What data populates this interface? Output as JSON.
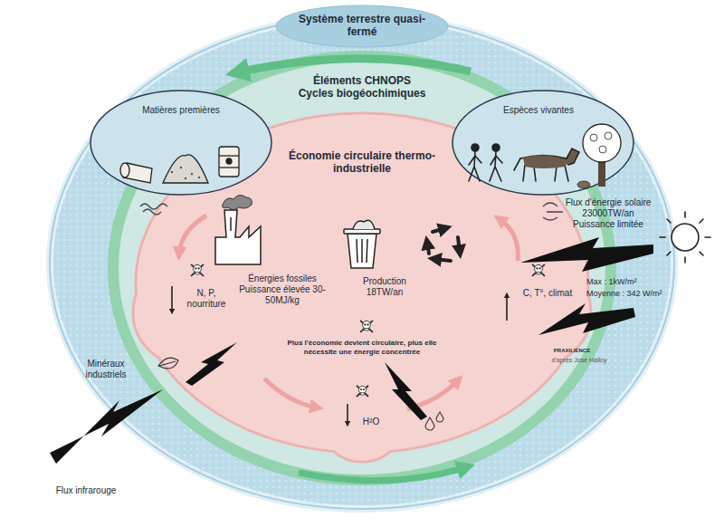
{
  "diagram": {
    "nodes": [
      {
        "text": [
          "Système terrestre quasi-fermé",
          "Minéraux industriels"
        ]
      },
      {
        "text": [
          "Éléments CHNOPS Cycles biogéochimiques"
        ],
        "in": 0
      },
      {
        "text": [
          "Économie circulaire thermo-industrielle",
          "Énergies fossiles Puissance élevée 30-50MJ/kg",
          "Production 18TW/an",
          "Plus l'économie devient circulaire, plus elle nécessite une énergie concentrée",
          "N, P, nourriture",
          "C, T°, climat",
          "H²O"
        ],
        "in": 1
      },
      {
        "text": [
          "Matières premières"
        ],
        "in": 1
      },
      {
        "text": [
          "Espèces vivantes"
        ],
        "in": 1
      }
    ],
    "labels": [
      "Flux infrarouge",
      "Flux d'énergie solaire 23000TW/an Puissance limitée",
      "Max : 1kW/m²",
      "Moyenne : 342 W/m²",
      "PRAXILIENCE",
      "d'après José Halloy"
    ]
  }
}
